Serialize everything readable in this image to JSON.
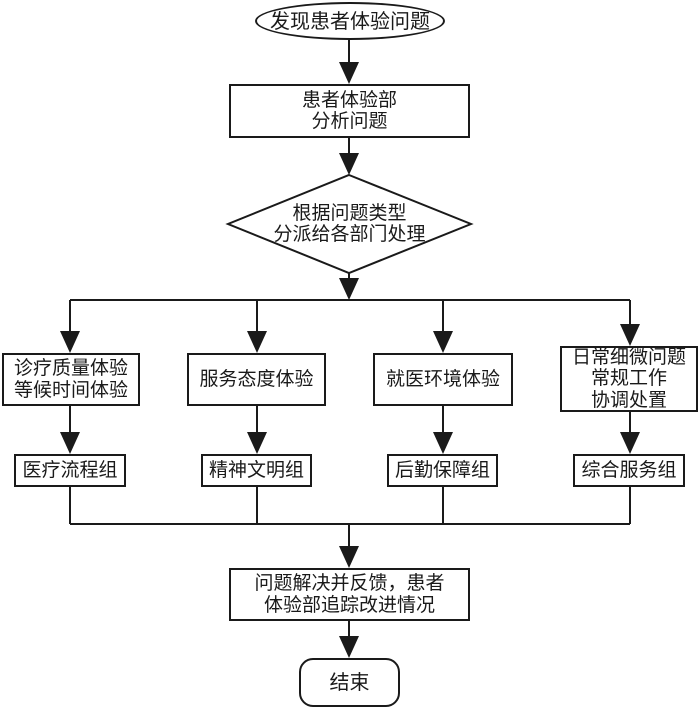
{
  "diagram": {
    "type": "flowchart",
    "start": {
      "label": "发现患者体验问题"
    },
    "analyze": {
      "label": "患者体验部\n分析问题"
    },
    "decision": {
      "label": "根据问题类型\n分派给各部门处理"
    },
    "branches": [
      {
        "category": "诊疗质量体验\n等候时间体验",
        "group": "医疗流程组"
      },
      {
        "category": "服务态度体验",
        "group": "精神文明组"
      },
      {
        "category": "就医环境体验",
        "group": "后勤保障组"
      },
      {
        "category": "日常细微问题\n常规工作\n协调处置",
        "group": "综合服务组"
      }
    ],
    "feedback": {
      "label": "问题解决并反馈，患者\n体验部追踪改进情况"
    },
    "end": {
      "label": "结束"
    },
    "colors": {
      "stroke": "#1a1a1a",
      "fill": "#ffffff"
    }
  }
}
